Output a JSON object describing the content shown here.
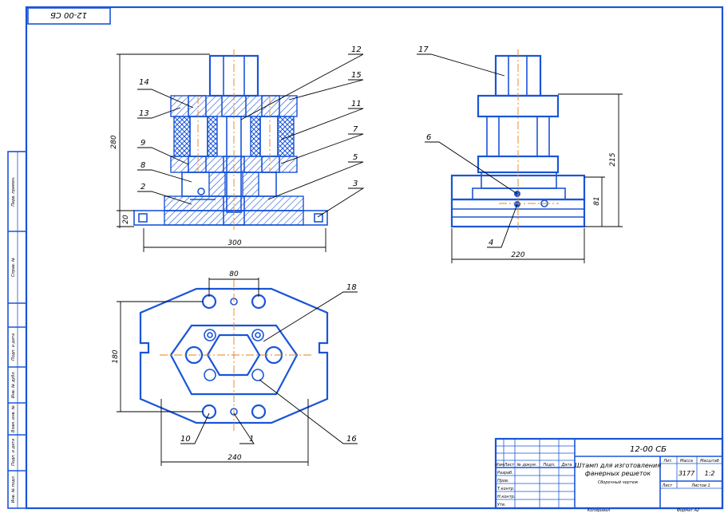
{
  "drawing": {
    "code_mirrored": "12-00 СБ",
    "code": "12-00 СБ",
    "title_line1": "Штамп для изготовления",
    "title_line2": "фанерных решеток",
    "doc_type": "Сборочный чертеж",
    "institution": "3177",
    "scale": "1:2",
    "sheet": "1",
    "copied": "Копировал",
    "format": "Формат А2"
  },
  "title_block": {
    "col_izm": "Изм",
    "col_list": "Лист",
    "col_doc": "№ докум.",
    "col_sign": "Подп.",
    "col_date": "Дата",
    "row_razrab": "Разраб.",
    "row_prov": "Пров.",
    "row_tkontr": "Т.контр.",
    "row_nkontr": "Н.контр.",
    "row_utv": "Утв.",
    "lit": "Лит.",
    "mass": "Масса",
    "scale_label": "Масштаб",
    "list_label": "Лист",
    "lists_label": "Листов 1"
  },
  "side_strip": {
    "perv_primen": "Перв. примен.",
    "sprav": "Справ. №",
    "podp_data1": "Подп. и дата",
    "inv_dubl": "Инв. № дубл.",
    "vzam_inv": "Взам. инв. №",
    "podp_data2": "Подп. и дата",
    "inv_podl": "Инв. № подл."
  },
  "labels": {
    "p1": "1",
    "p2": "2",
    "p3": "3",
    "p4": "4",
    "p5": "5",
    "p6": "6",
    "p7": "7",
    "p8": "8",
    "p9": "9",
    "p10": "10",
    "p11": "11",
    "p12": "12",
    "p13": "13",
    "p14": "14",
    "p15": "15",
    "p16": "16",
    "p17": "17",
    "p18": "18"
  },
  "dimensions": {
    "d280": "280",
    "d20": "20",
    "d300": "300",
    "d215": "215",
    "d81": "81",
    "d220": "220",
    "d80": "80",
    "d180": "180",
    "d240": "240"
  },
  "colors": {
    "line": "#1a55d8",
    "centerline": "#e8821a",
    "leader": "#000000"
  }
}
